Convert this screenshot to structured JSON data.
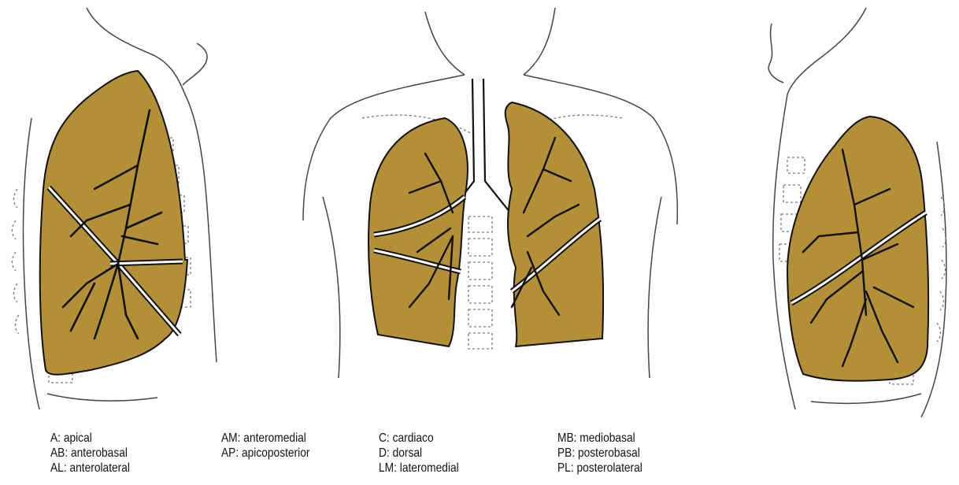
{
  "colors": {
    "lung_fill": "#B38F35",
    "outline": "#111111",
    "dotted_outline": "#777777",
    "background": "#FFFFFF"
  },
  "legend": {
    "col1": [
      "A: apical",
      "AB: anterobasal",
      "AL: anterolateral"
    ],
    "col2": [
      "AM: anteromedial",
      "AP: apicoposterior"
    ],
    "col3": [
      "C: cardiaco",
      "D: dorsal",
      "LM: lateromedial"
    ],
    "col4": [
      "MB: mediobasal",
      "PB: posterobasal",
      "PL: posterolateral"
    ]
  }
}
